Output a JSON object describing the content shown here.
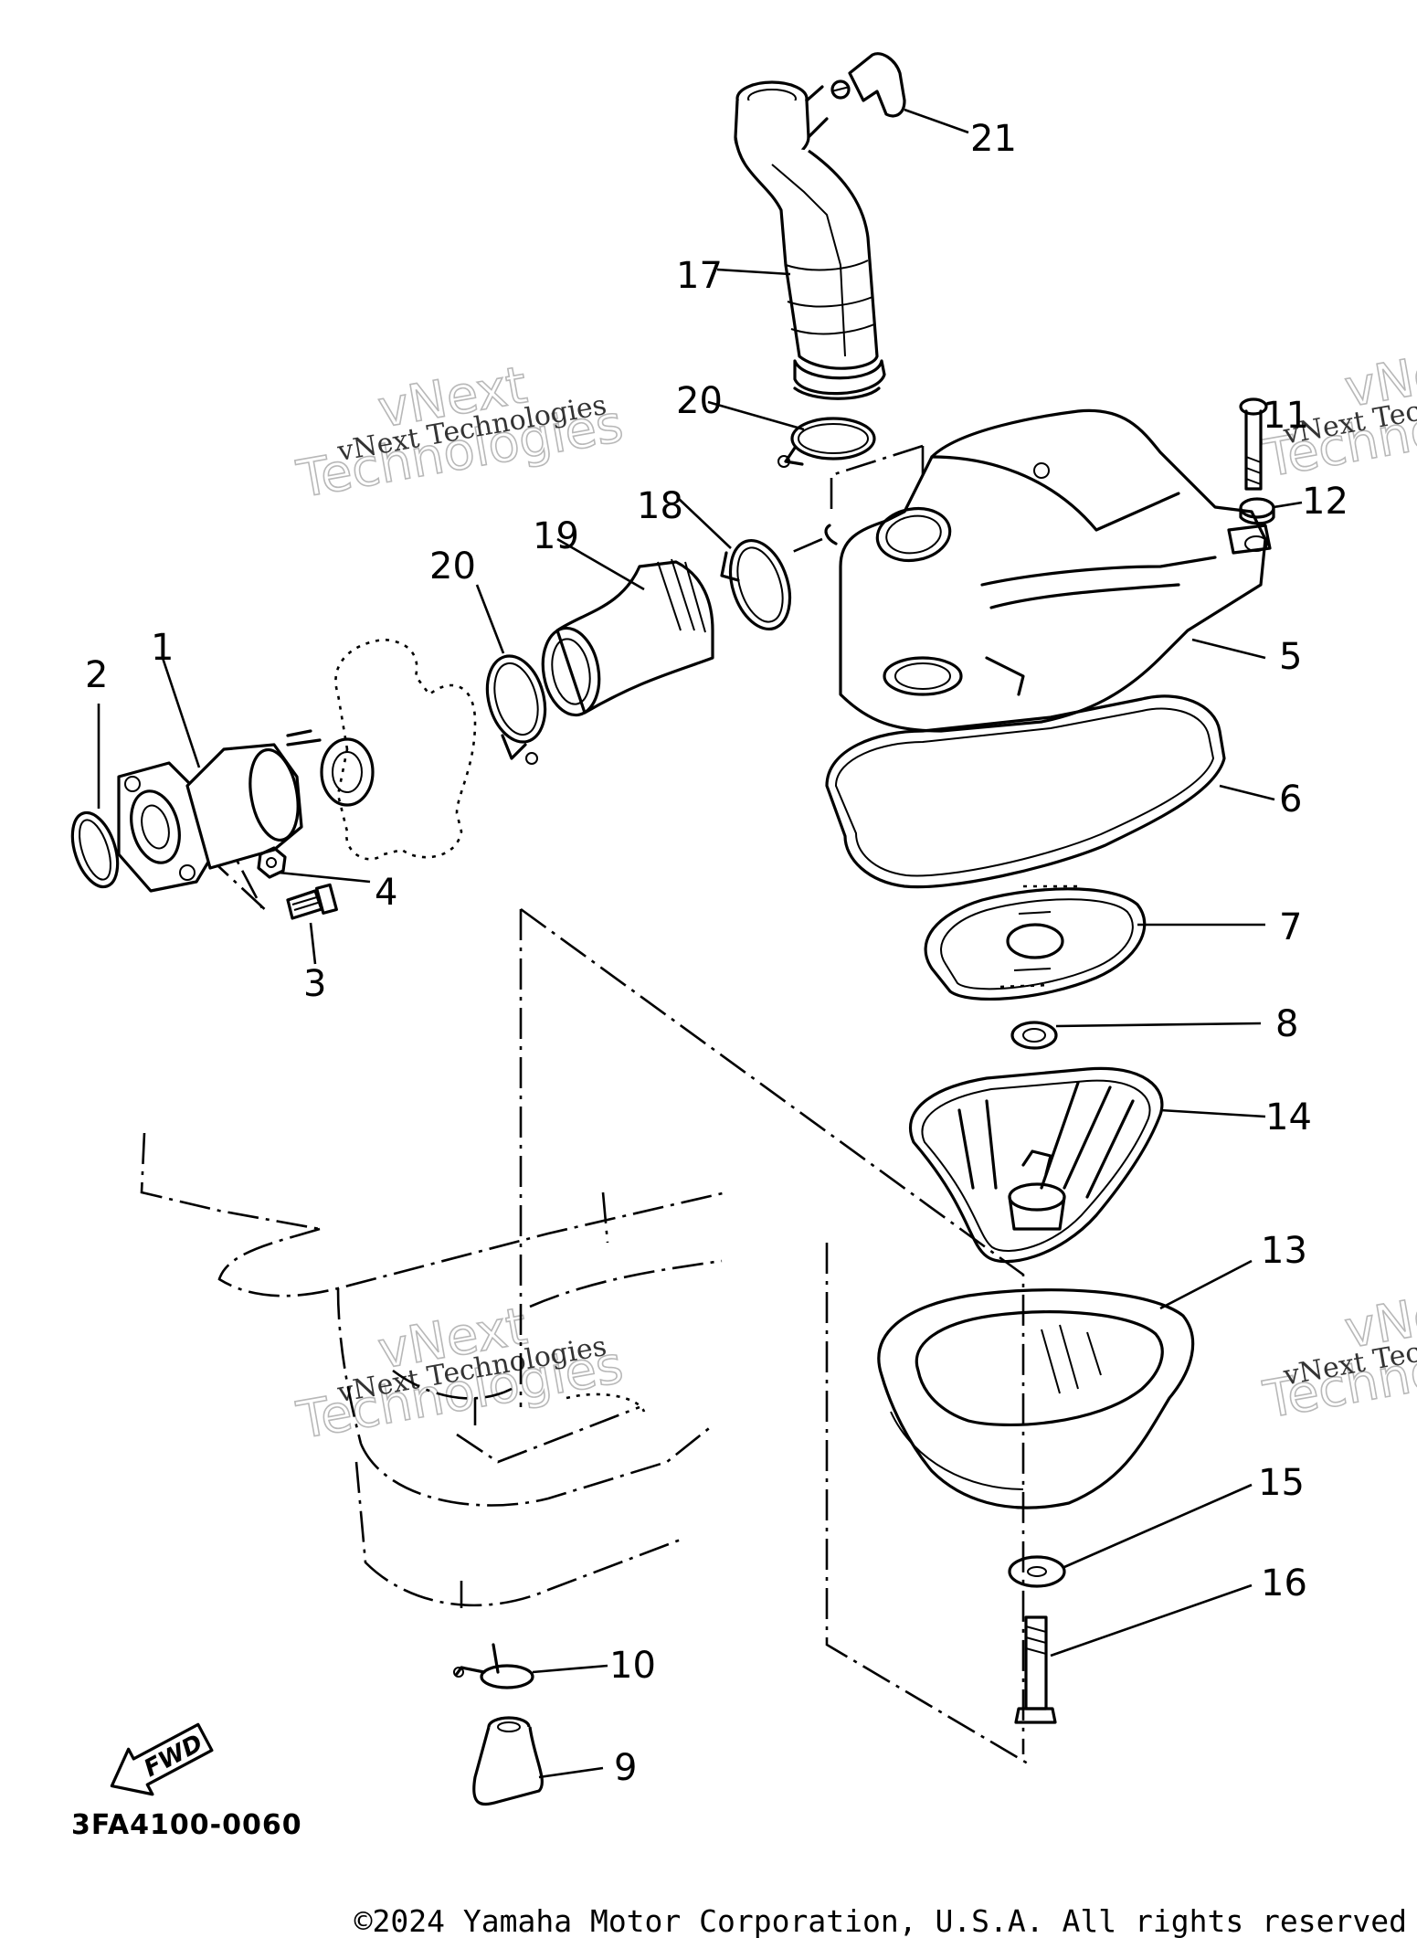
{
  "diagram": {
    "drawing_code": "3FA4100-0060",
    "fwd_label": "FWD",
    "copyright": "©2024 Yamaha Motor Corporation, U.S.A. All rights reserved",
    "watermark_lines": [
      "vNext",
      "Technologies",
      "vNext Technologies"
    ],
    "callouts": {
      "p1": "1",
      "p2": "2",
      "p3": "3",
      "p4": "4",
      "p5": "5",
      "p6": "6",
      "p7": "7",
      "p8": "8",
      "p9": "9",
      "p10": "10",
      "p11": "11",
      "p12": "12",
      "p13": "13",
      "p14": "14",
      "p15": "15",
      "p16": "16",
      "p17": "17",
      "p18": "18",
      "p19": "19",
      "p20a": "20",
      "p20b": "20",
      "p21": "21"
    }
  }
}
